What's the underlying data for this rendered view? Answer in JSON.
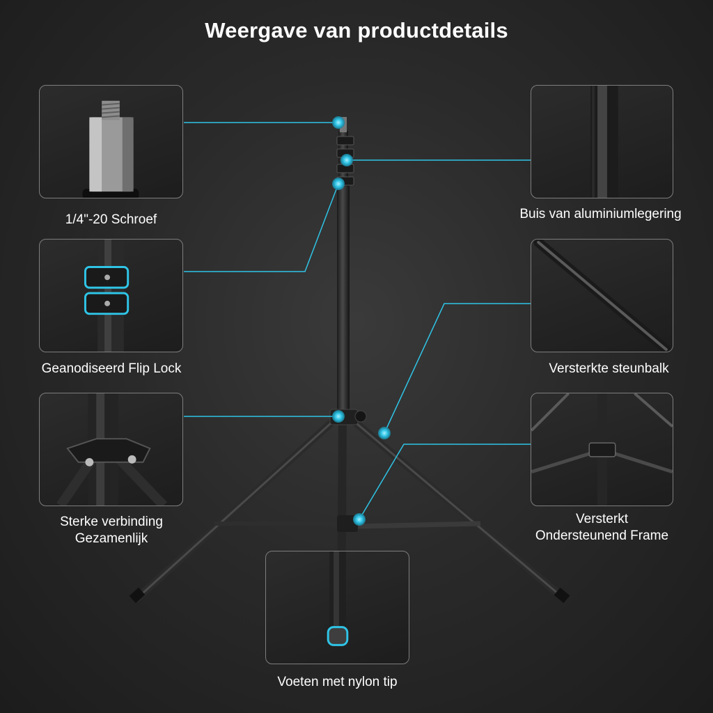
{
  "title": "Weergave van productdetails",
  "features": {
    "screw": "1/4\"-20 Schroef",
    "tube": "Buis van aluminiumlegering",
    "flip_lock": "Geanodiseerd Flip Lock",
    "brace": "Versterkte steunbalk",
    "joint_line1": "Sterke verbinding",
    "joint_line2": "Gezamenlijk",
    "frame_line1": "Versterkt",
    "frame_line2": "Ondersteunend Frame",
    "feet": "Voeten met nylon tip"
  },
  "colors": {
    "accent": "#2fc4e6",
    "background": "#262626",
    "panel_border": "#7e7e7e",
    "text": "#ffffff"
  }
}
